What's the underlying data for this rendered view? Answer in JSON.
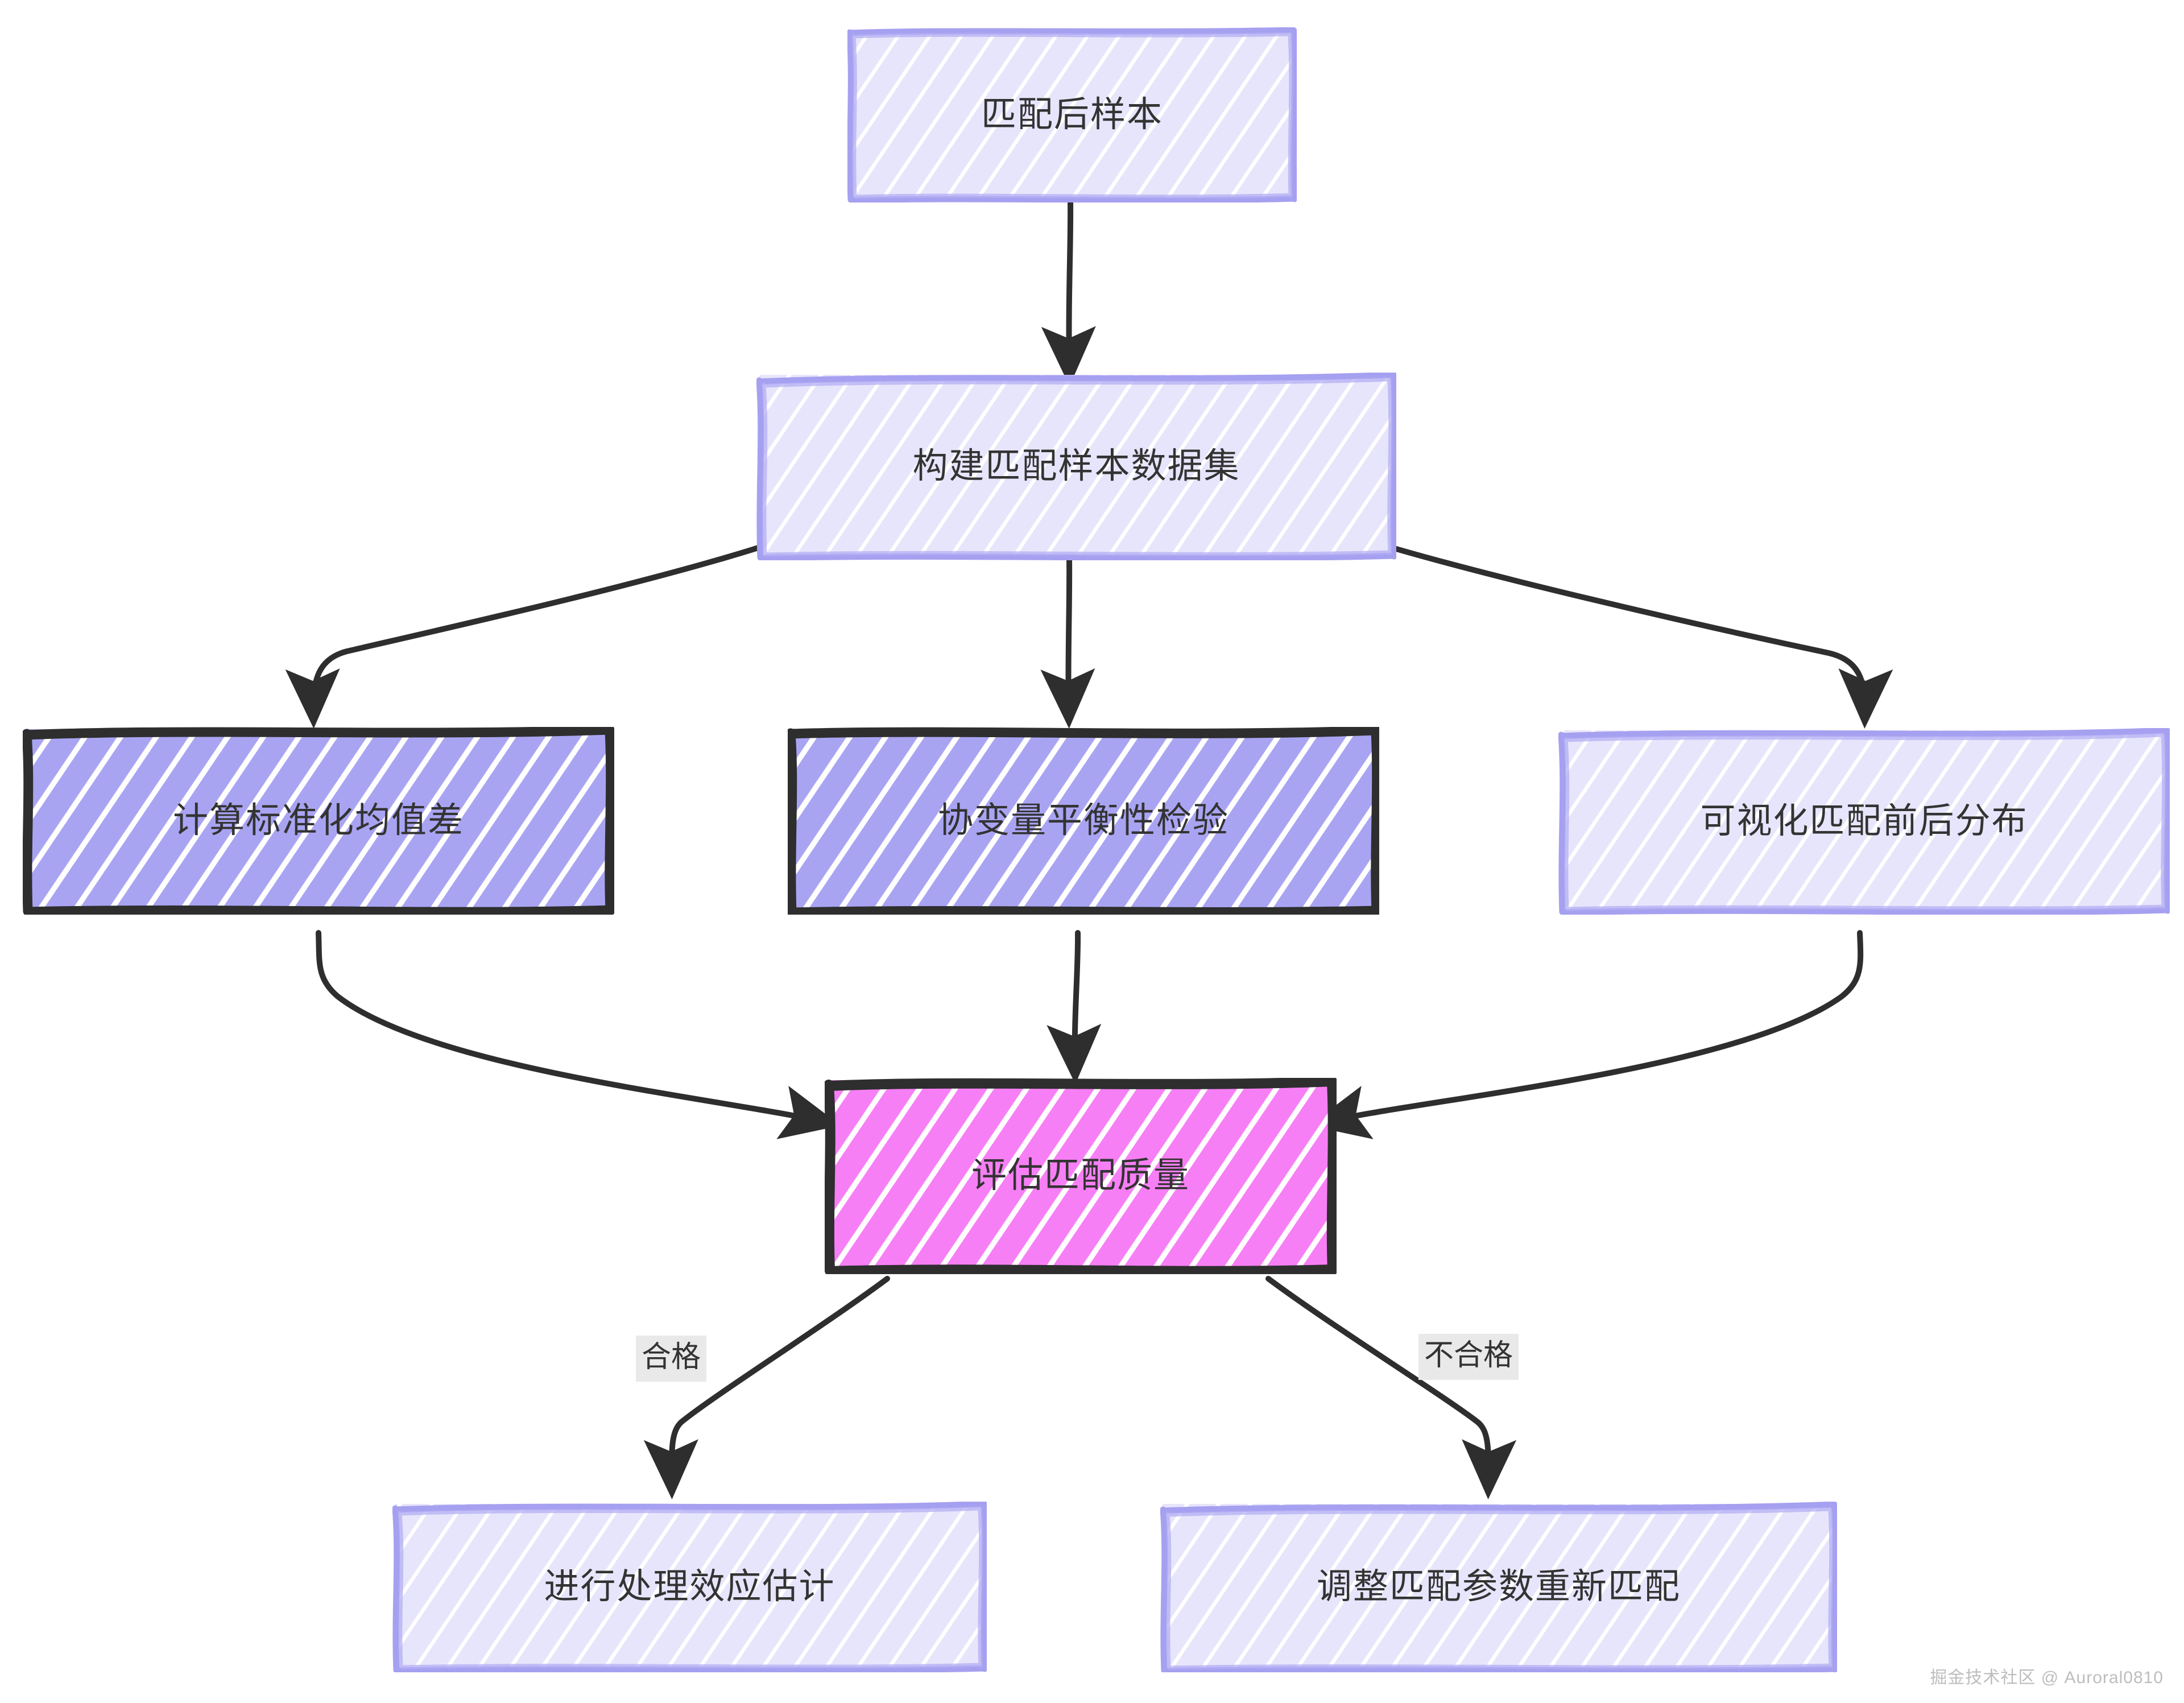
{
  "diagram": {
    "type": "flowchart",
    "direction": "top-down",
    "background_color": "#ffffff",
    "edge_color": "#2e2e2e",
    "text_color": "#333333",
    "nodes": [
      {
        "id": "n1",
        "label": "匹配后样本",
        "style": "light-lavender",
        "fill": "#e7e5fb",
        "stroke": "#a6a0f0"
      },
      {
        "id": "n2",
        "label": "构建匹配样本数据集",
        "style": "light-lavender",
        "fill": "#e7e5fb",
        "stroke": "#a6a0f0"
      },
      {
        "id": "n3",
        "label": "计算标准化均值差",
        "style": "purple-dark-border",
        "fill": "#a9a4f2",
        "stroke": "#2e2e2e"
      },
      {
        "id": "n4",
        "label": "协变量平衡性检验",
        "style": "purple-dark-border",
        "fill": "#a9a4f2",
        "stroke": "#2e2e2e"
      },
      {
        "id": "n5",
        "label": "可视化匹配前后分布",
        "style": "light-lavender",
        "fill": "#e7e5fb",
        "stroke": "#a6a0f0"
      },
      {
        "id": "n6",
        "label": "评估匹配质量",
        "style": "pink-dark-border",
        "fill": "#f77ff5",
        "stroke": "#2e2e2e"
      },
      {
        "id": "n7",
        "label": "进行处理效应估计",
        "style": "light-lavender",
        "fill": "#e7e5fb",
        "stroke": "#a6a0f0"
      },
      {
        "id": "n8",
        "label": "调整匹配参数重新匹配",
        "style": "light-lavender",
        "fill": "#e7e5fb",
        "stroke": "#a6a0f0"
      }
    ],
    "edges": [
      {
        "from": "n1",
        "to": "n2",
        "label": ""
      },
      {
        "from": "n2",
        "to": "n3",
        "label": ""
      },
      {
        "from": "n2",
        "to": "n4",
        "label": ""
      },
      {
        "from": "n2",
        "to": "n5",
        "label": ""
      },
      {
        "from": "n3",
        "to": "n6",
        "label": ""
      },
      {
        "from": "n4",
        "to": "n6",
        "label": ""
      },
      {
        "from": "n5",
        "to": "n6",
        "label": ""
      },
      {
        "from": "n6",
        "to": "n7",
        "label": "合格"
      },
      {
        "from": "n6",
        "to": "n8",
        "label": "不合格"
      }
    ],
    "edge_labels": {
      "pass": "合格",
      "fail": "不合格"
    }
  },
  "watermark": "掘金技术社区 @ Auroral0810"
}
